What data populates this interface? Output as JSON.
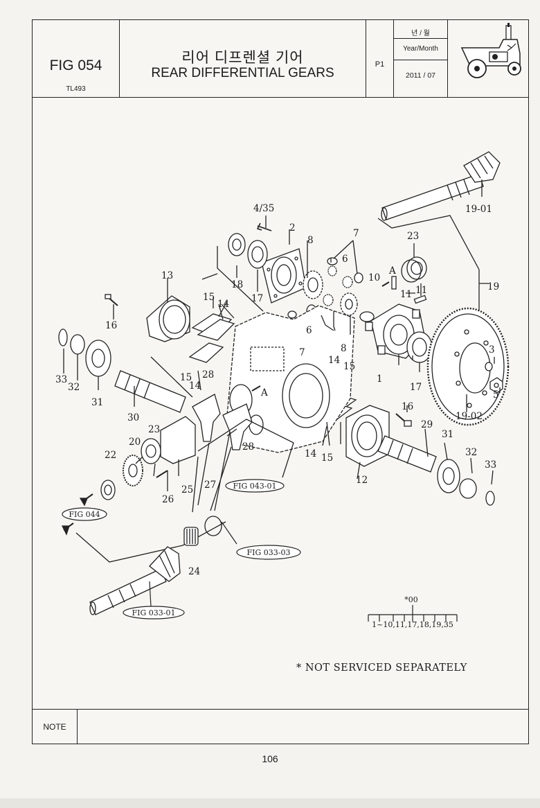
{
  "header": {
    "fig_no": "FIG 054",
    "model": "TL493",
    "title_ko": "리어 디프렌셜 기어",
    "title_en": "REAR DIFFERENTIAL GEARS",
    "page": "P1",
    "date_label_ko": "년 / 월",
    "date_label_en": "Year/Month",
    "date_value": "2011 / 07",
    "logo_icon": "tractor-icon"
  },
  "diagram": {
    "part_labels": [
      "4/35",
      "2",
      "8",
      "7",
      "6",
      "18",
      "17",
      "13",
      "15",
      "14",
      "10",
      "11",
      "23",
      "16",
      "33",
      "32",
      "31",
      "19-01",
      "19",
      "3",
      "5",
      "19-02",
      "1",
      "30",
      "28",
      "A",
      "20",
      "22",
      "26",
      "25",
      "27",
      "12",
      "29",
      "24"
    ],
    "figure_refs": [
      "FIG 043-01",
      "FIG 044",
      "FIG 033-03",
      "FIG 033-01"
    ],
    "group_note": {
      "symbol": "*00",
      "members": "1~10,11,17,18,19,35"
    },
    "not_serviced": "* NOT SERVICED SEPARATELY"
  },
  "note": {
    "label": "NOTE",
    "text": ""
  },
  "page_number": "106"
}
